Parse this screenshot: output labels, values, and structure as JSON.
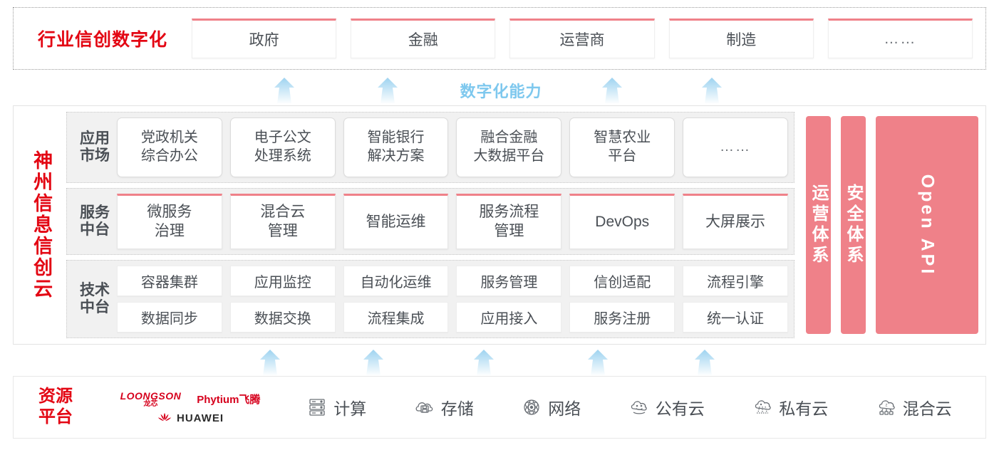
{
  "industry": {
    "title": "行业信创数字化",
    "cards": [
      "政府",
      "金融",
      "运营商",
      "制造",
      "……"
    ]
  },
  "capability": {
    "label": "数字化能力",
    "upper_arrow_count": 4,
    "lower_arrow_count": 5
  },
  "cloud": {
    "title": "神州信息信创云",
    "layers": [
      {
        "label": "应用\n市场",
        "label_line1": "应用",
        "label_line2": "市场",
        "cards": [
          "党政机关\n综合办公",
          "电子公文\n处理系统",
          "智能银行\n解决方案",
          "融合金融\n大数据平台",
          "智慧农业\n平台",
          "……"
        ]
      },
      {
        "label_line1": "服务",
        "label_line2": "中台",
        "cards": [
          "微服务\n治理",
          "混合云\n管理",
          "智能运维",
          "服务流程\n管理",
          "DevOps",
          "大屏展示"
        ]
      },
      {
        "label_line1": "技术",
        "label_line2": "中台",
        "row1": [
          "容器集群",
          "应用监控",
          "自动化运维",
          "服务管理",
          "信创适配",
          "流程引擎"
        ],
        "row2": [
          "数据同步",
          "数据交换",
          "流程集成",
          "应用接入",
          "服务注册",
          "统一认证"
        ]
      }
    ],
    "pillars": [
      {
        "text": "运营体系",
        "type": "cn"
      },
      {
        "text": "安全体系",
        "type": "cn"
      },
      {
        "text": "Open API",
        "type": "en"
      }
    ]
  },
  "resource": {
    "title_line1": "资源",
    "title_line2": "平台",
    "vendors": [
      {
        "name": "LOONGSON",
        "cn": "龙芯"
      },
      {
        "name": "Phytium飞腾"
      },
      {
        "name": "HUAWEI"
      }
    ],
    "items": [
      {
        "icon": "server-icon",
        "label": "计算"
      },
      {
        "icon": "cloud-storage-icon",
        "label": "存储"
      },
      {
        "icon": "network-mesh-icon",
        "label": "网络"
      },
      {
        "icon": "public-cloud-icon",
        "label": "公有云"
      },
      {
        "icon": "private-cloud-icon",
        "label": "私有云"
      },
      {
        "icon": "hybrid-cloud-icon",
        "label": "混合云"
      }
    ]
  },
  "colors": {
    "brand_red": "#e30613",
    "pink": "#ef8189",
    "arrow_blue": "#a8d8f0",
    "text_dark": "#4a4f55",
    "band_gray": "#f1f1f1"
  }
}
